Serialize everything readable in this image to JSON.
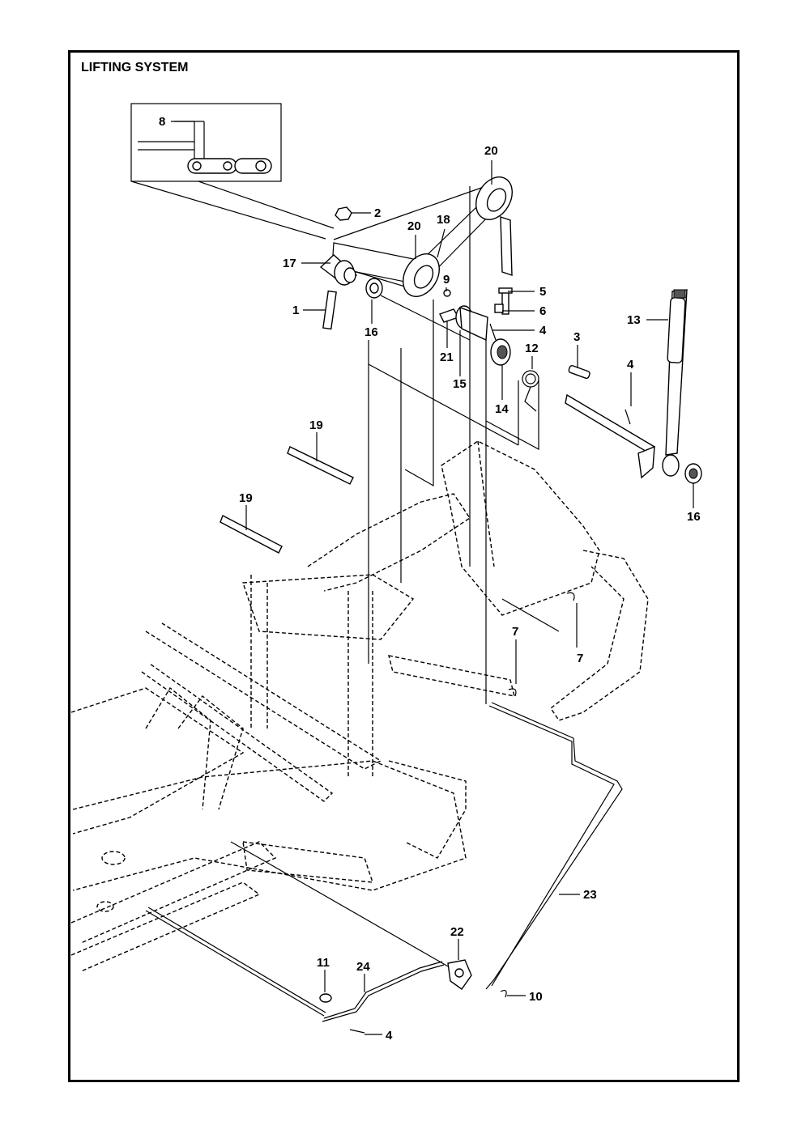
{
  "title": "LIFTING SYSTEM",
  "callouts": [
    {
      "id": "c8",
      "text": "8"
    },
    {
      "id": "c2",
      "text": "2"
    },
    {
      "id": "c17",
      "text": "17"
    },
    {
      "id": "c1",
      "text": "1"
    },
    {
      "id": "c16a",
      "text": "16"
    },
    {
      "id": "c20a",
      "text": "20"
    },
    {
      "id": "c18",
      "text": "18"
    },
    {
      "id": "c20b",
      "text": "20"
    },
    {
      "id": "c9",
      "text": "9"
    },
    {
      "id": "c21",
      "text": "21"
    },
    {
      "id": "c15",
      "text": "15"
    },
    {
      "id": "c5",
      "text": "5"
    },
    {
      "id": "c6",
      "text": "6"
    },
    {
      "id": "c4a",
      "text": "4"
    },
    {
      "id": "c14",
      "text": "14"
    },
    {
      "id": "c12",
      "text": "12"
    },
    {
      "id": "c3",
      "text": "3"
    },
    {
      "id": "c4b",
      "text": "4"
    },
    {
      "id": "c13",
      "text": "13"
    },
    {
      "id": "c16b",
      "text": "16"
    },
    {
      "id": "c19a",
      "text": "19"
    },
    {
      "id": "c19b",
      "text": "19"
    },
    {
      "id": "c7a",
      "text": "7"
    },
    {
      "id": "c7b",
      "text": "7"
    },
    {
      "id": "c23",
      "text": "23"
    },
    {
      "id": "c22",
      "text": "22"
    },
    {
      "id": "c11",
      "text": "11"
    },
    {
      "id": "c24",
      "text": "24"
    },
    {
      "id": "c10",
      "text": "10"
    },
    {
      "id": "c4c",
      "text": "4"
    }
  ]
}
